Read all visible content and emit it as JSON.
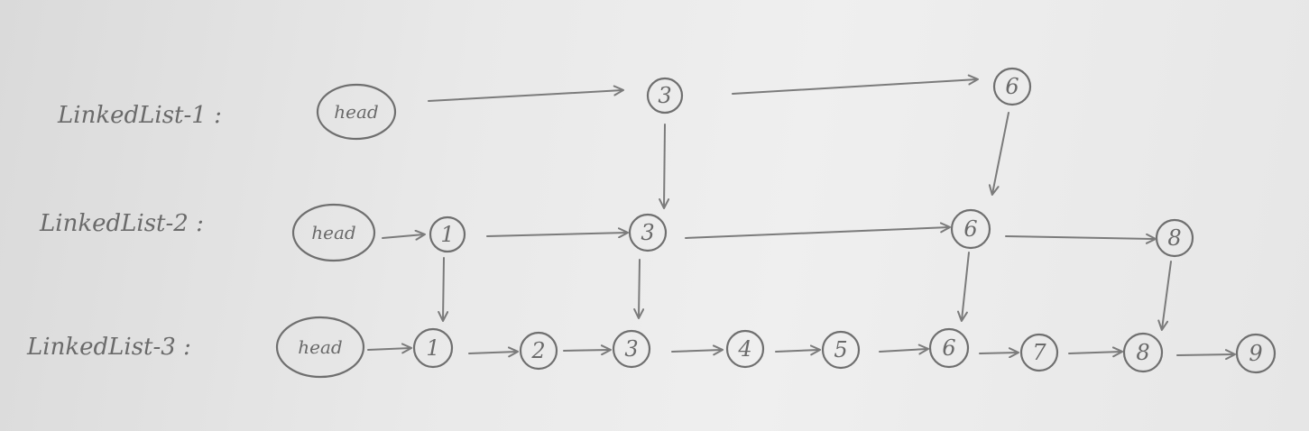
{
  "head_label": "head",
  "lists": [
    {
      "label": "LinkedList-1 :",
      "nodes": [
        "3",
        "6"
      ]
    },
    {
      "label": "LinkedList-2 :",
      "nodes": [
        "1",
        "3",
        "6",
        "8"
      ]
    },
    {
      "label": "LinkedList-3 :",
      "nodes": [
        "1",
        "2",
        "3",
        "4",
        "5",
        "6",
        "7",
        "8",
        "9"
      ]
    }
  ],
  "colors": {
    "ink": "#7b7b7b",
    "paper": "#e9e9e9"
  }
}
